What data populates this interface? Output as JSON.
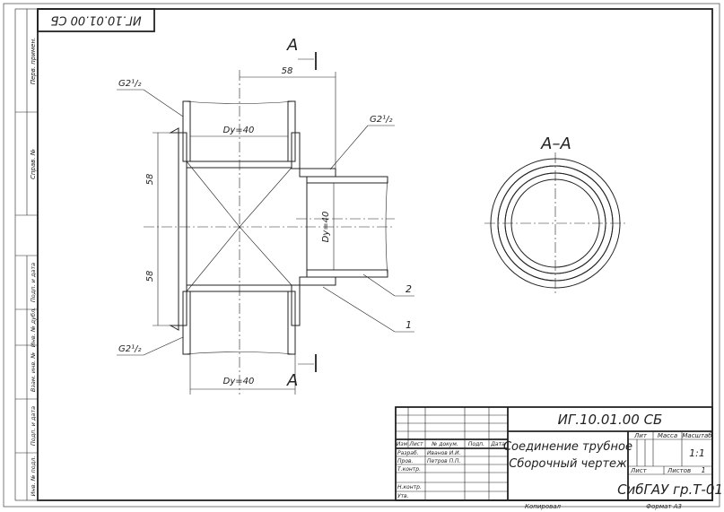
{
  "stamp_code": "ИГ.10.01.00 СБ",
  "top_code_rotated": "ИГ.10.01.00 СБ",
  "section": {
    "letter": "А",
    "title": "А–А"
  },
  "dimensions": {
    "top": "58",
    "left_upper": "58",
    "left_lower": "58"
  },
  "bore_labels": {
    "top": "Dу=40",
    "right": "Dу=40",
    "bottom": "Dу=40"
  },
  "threads": {
    "top_left": "G2¹/₂",
    "right": "G2¹/₂",
    "bottom_left": "G2¹/₂"
  },
  "callouts": {
    "one": "1",
    "two": "2"
  },
  "title_block": {
    "doc_code": "ИГ.10.01.00 СБ",
    "name_line1": "Соединение трубное",
    "name_line2": "Сборочный чертеж",
    "col_lit": "Лит",
    "col_mass": "Масса",
    "col_scale": "Масштаб",
    "scale_value": "1:1",
    "sheet_label": "Лист",
    "sheets_label": "Листов",
    "sheets_value": "1",
    "org": "СибГАУ гр.Т-01",
    "hdr_izm": "Изм",
    "hdr_list": "Лист",
    "hdr_doc": "№ докум.",
    "hdr_sign": "Подп.",
    "hdr_date": "Дата",
    "row_razrab": "Разраб.",
    "row_prov": "Пров.",
    "row_tkontr": "Т.контр.",
    "row_nkontr": "Н.контр.",
    "row_utv": "Утв.",
    "razrab_name": "Иванов И.И.",
    "prov_name": "Петров П.П."
  },
  "side_strip": [
    "Перв. примен.",
    "Справ. №",
    "Подп. и дата",
    "Инв. № дубл.",
    "Взам. инв. №",
    "Подп. и дата",
    "Инв. № подл."
  ],
  "bottom_copy": "Копировал",
  "bottom_format": "Формат А3"
}
